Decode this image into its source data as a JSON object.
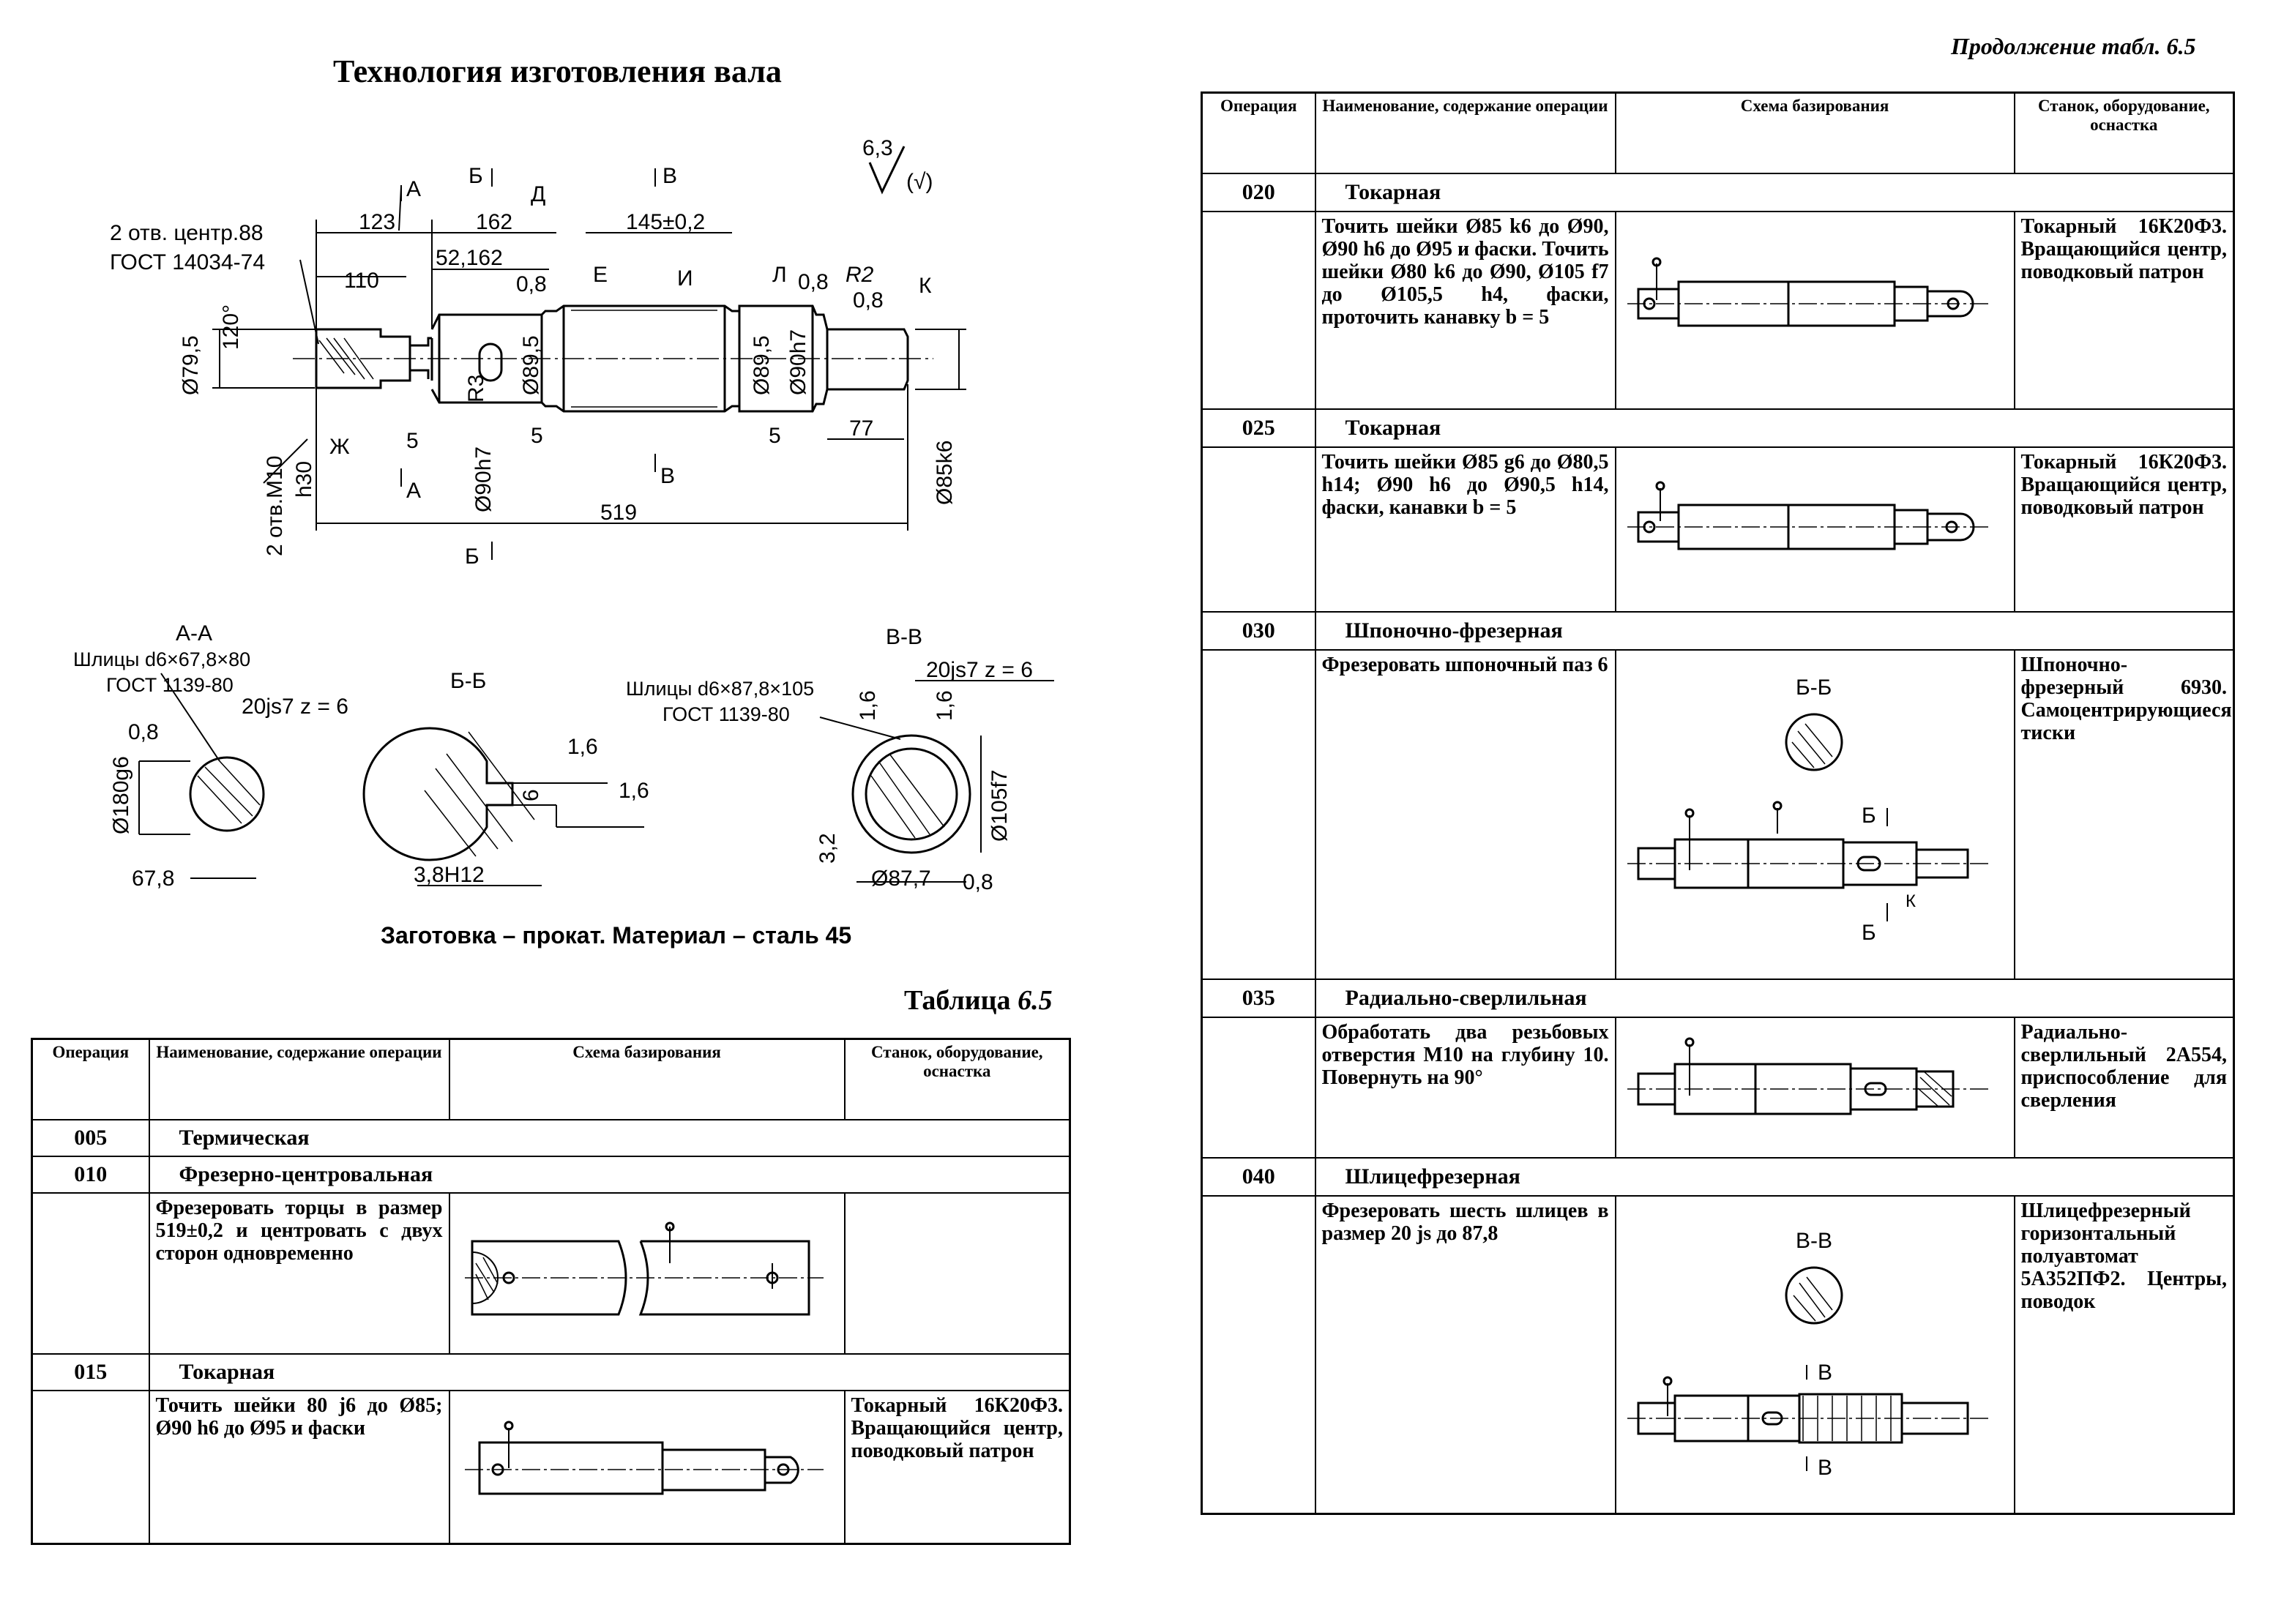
{
  "left_page": {
    "title": "Технология изготовления вала",
    "roughness": {
      "value": "6,3",
      "mark": "(√)"
    },
    "drawing_labels": {
      "center_holes": "2 отв. центр.88",
      "center_holes_std": "ГОСТ 14034-74",
      "dim_123": "123",
      "dim_162": "162",
      "dim_145": "145±0,2",
      "dim_110": "110",
      "dim_52_162": "52,162",
      "dim_0_8a": "0,8",
      "dim_0_8b": "0,8",
      "dim_0_8c": "0,8",
      "dim_r2": "R2",
      "dim_d79": "Ø79,5",
      "dim_120": "120°",
      "dim_d89": "Ø89,5",
      "dim_d89b": "Ø89,5",
      "dim_d90h7": "Ø90h7",
      "dim_d90h7b": "Ø90h7",
      "dim_d85k6": "Ø85k6",
      "dim_5a": "5",
      "dim_5b": "5",
      "dim_5c": "5",
      "dim_77": "77",
      "dim_519": "519",
      "dim_r3": "R3",
      "threads": "2 отв.M10",
      "thread_depth": "h30",
      "sec_a": "А",
      "sec_b": "Б",
      "sec_v": "В",
      "lbl_d": "Д",
      "lbl_e": "Е",
      "lbl_i": "И",
      "lbl_l": "Л",
      "lbl_k": "К",
      "lbl_zh": "Ж"
    },
    "section_aa": {
      "title": "А-А",
      "spline": "Шлицы d6×67,8×80",
      "std": "ГОСТ 1139-80",
      "z": "20js7 z = 6",
      "d": "Ø180g6",
      "chamfer": "0,8",
      "dim": "67,8"
    },
    "section_bb": {
      "title": "Б-Б",
      "r1": "1,6",
      "r2": "1,6",
      "w": "6",
      "h": "3,8H12"
    },
    "section_vv": {
      "title": "В-В",
      "spline": "Шлицы d6×87,8×105",
      "std": "ГОСТ 1139-80",
      "z": "20js7 z = 6",
      "r1": "1,6",
      "r2": "1,6",
      "d1": "Ø105f7",
      "d2": "Ø87,7",
      "ch": "0,8",
      "r3": "3,2"
    },
    "caption": "Заготовка – прокат. Материал – сталь 45",
    "table_caption": {
      "word": "Таблица",
      "num": "6.5"
    }
  },
  "right_page": {
    "continuation": {
      "text": "Продолжение табл.",
      "num": "6.5"
    }
  },
  "table_headers": {
    "op": "Операция",
    "name": "Наименование, содержание операции",
    "scheme": "Схема базирования",
    "machine": "Станок, оборудование, оснастка"
  },
  "left_table": [
    {
      "num": "005",
      "name": "Термическая"
    },
    {
      "num": "010",
      "name": "Фрезерно-центровальная",
      "content": "Фрезеровать торцы в размер 519±0,2 и центровать с двух сторон одновременно",
      "machine": ""
    },
    {
      "num": "015",
      "name": "Токарная",
      "content": "Точить шейки 80 j6 до Ø85; Ø90 h6 до Ø95 и фаски",
      "machine": "Токарный 16К20Ф3. Вращающийся центр, поводковый патрон"
    }
  ],
  "right_table": [
    {
      "num": "020",
      "name": "Токарная",
      "content": "Точить шейки Ø85 k6 до Ø90, Ø90 h6 до Ø95 и фаски. Точить шейки Ø80 k6 до Ø90, Ø105 f7 до Ø105,5 h4, фаски, проточить канавку b = 5",
      "machine": "Токарный 16К20Ф3. Вращающийся центр, поводковый патрон"
    },
    {
      "num": "025",
      "name": "Токарная",
      "content": "Точить шейки Ø85 g6 до Ø80,5 h14; Ø90 h6 до Ø90,5 h14, фаски, канавки b = 5",
      "machine": "Токарный 16К20Ф3. Вращающийся центр, поводковый патрон"
    },
    {
      "num": "030",
      "name": "Шпоночно-фрезерная",
      "content": "Фрезеровать шпоночный паз 6",
      "machine": "Шпоночно-фрезерный 6930. Самоцентрирующиеся тиски",
      "scheme_labels": {
        "sec": "Б-Б",
        "m1": "Б",
        "m2": "Б",
        "k": "К"
      }
    },
    {
      "num": "035",
      "name": "Радиально-сверлильная",
      "content": "Обработать два резьбовых отверстия М10 на глубину 10. Повернуть на 90°",
      "machine": "Радиально-сверлильный 2А554, приспособление для сверления"
    },
    {
      "num": "040",
      "name": "Шлицефрезерная",
      "content": "Фрезеровать шесть шлицев в размер 20 js до 87,8",
      "machine": "Шлицефрезерный горизонтальный полуавтомат 5А352ПФ2. Центры, поводок",
      "scheme_labels": {
        "sec": "В-В",
        "m1": "В",
        "m2": "В"
      }
    }
  ]
}
